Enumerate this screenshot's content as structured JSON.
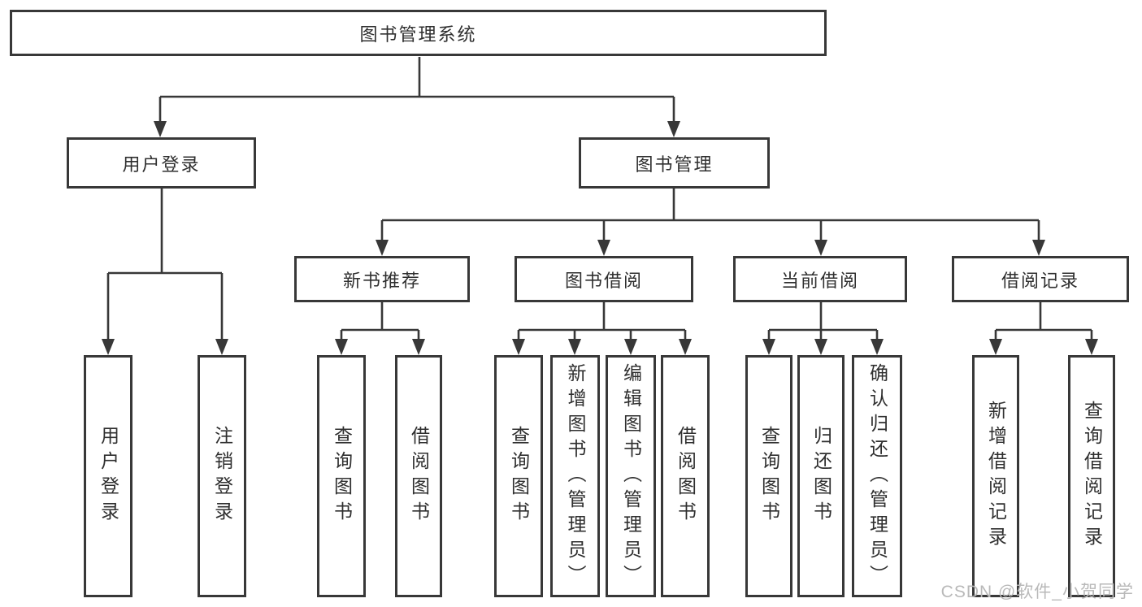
{
  "diagram_title": "图书管理系统",
  "tree": {
    "root": "图书管理系统",
    "children": [
      {
        "label": "用户登录",
        "leaves": [
          "用户登录",
          "注销登录"
        ]
      },
      {
        "label": "图书管理",
        "children": [
          {
            "label": "新书推荐",
            "leaves": [
              "查询图书",
              "借阅图书"
            ]
          },
          {
            "label": "图书借阅",
            "leaves": [
              "查询图书",
              "新增图书（管理员）",
              "编辑图书（管理员）",
              "借阅图书"
            ]
          },
          {
            "label": "当前借阅",
            "leaves": [
              "查询图书",
              "归还图书",
              "确认归还（管理员）"
            ]
          },
          {
            "label": "借阅记录",
            "leaves": [
              "新增借阅记录",
              "查询借阅记录"
            ]
          }
        ]
      }
    ]
  },
  "watermark": "CSDN @软件_小贺同学",
  "colors": {
    "line": "#383838",
    "box_border": "#383838",
    "box_fill": "#ffffff",
    "text": "#2f2f2f",
    "watermark": "#b9b9b9",
    "background": "#ffffff"
  }
}
